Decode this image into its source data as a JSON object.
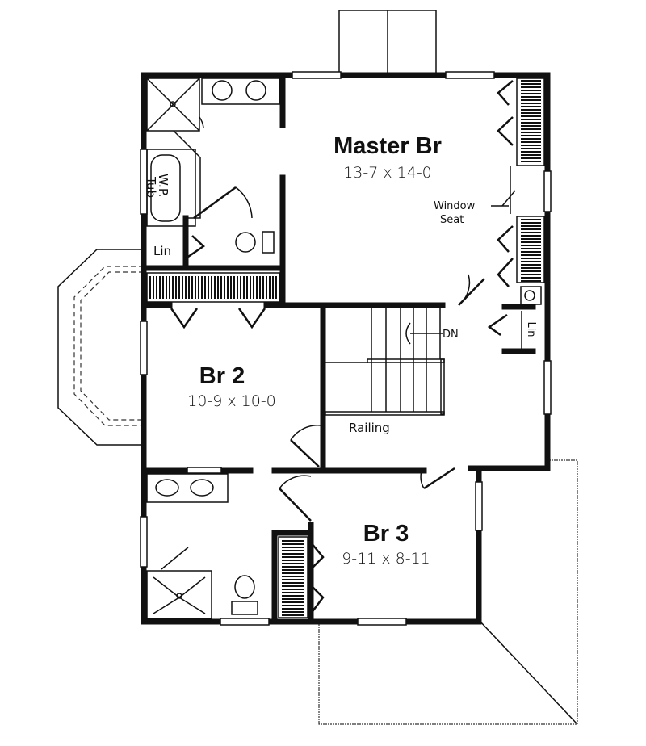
{
  "plan": {
    "type": "second-floor-plan",
    "rooms": [
      {
        "name": "Master Br",
        "dimensions": "13-7 x 14-0"
      },
      {
        "name": "Br 2",
        "dimensions": "10-9 x 10-0"
      },
      {
        "name": "Br 3",
        "dimensions": "9-11 x 8-11"
      }
    ],
    "labels": {
      "tub": "W.P. Tub",
      "tub_line1": "W.P.",
      "tub_line2": "Tub",
      "linen_1": "Lin",
      "linen_2": "Lin",
      "window_seat_line1": "Window",
      "window_seat_line2": "Seat",
      "stairs_direction": "DN",
      "railing": "Railing"
    },
    "colors": {
      "line": "#111111",
      "background": "#ffffff"
    }
  }
}
